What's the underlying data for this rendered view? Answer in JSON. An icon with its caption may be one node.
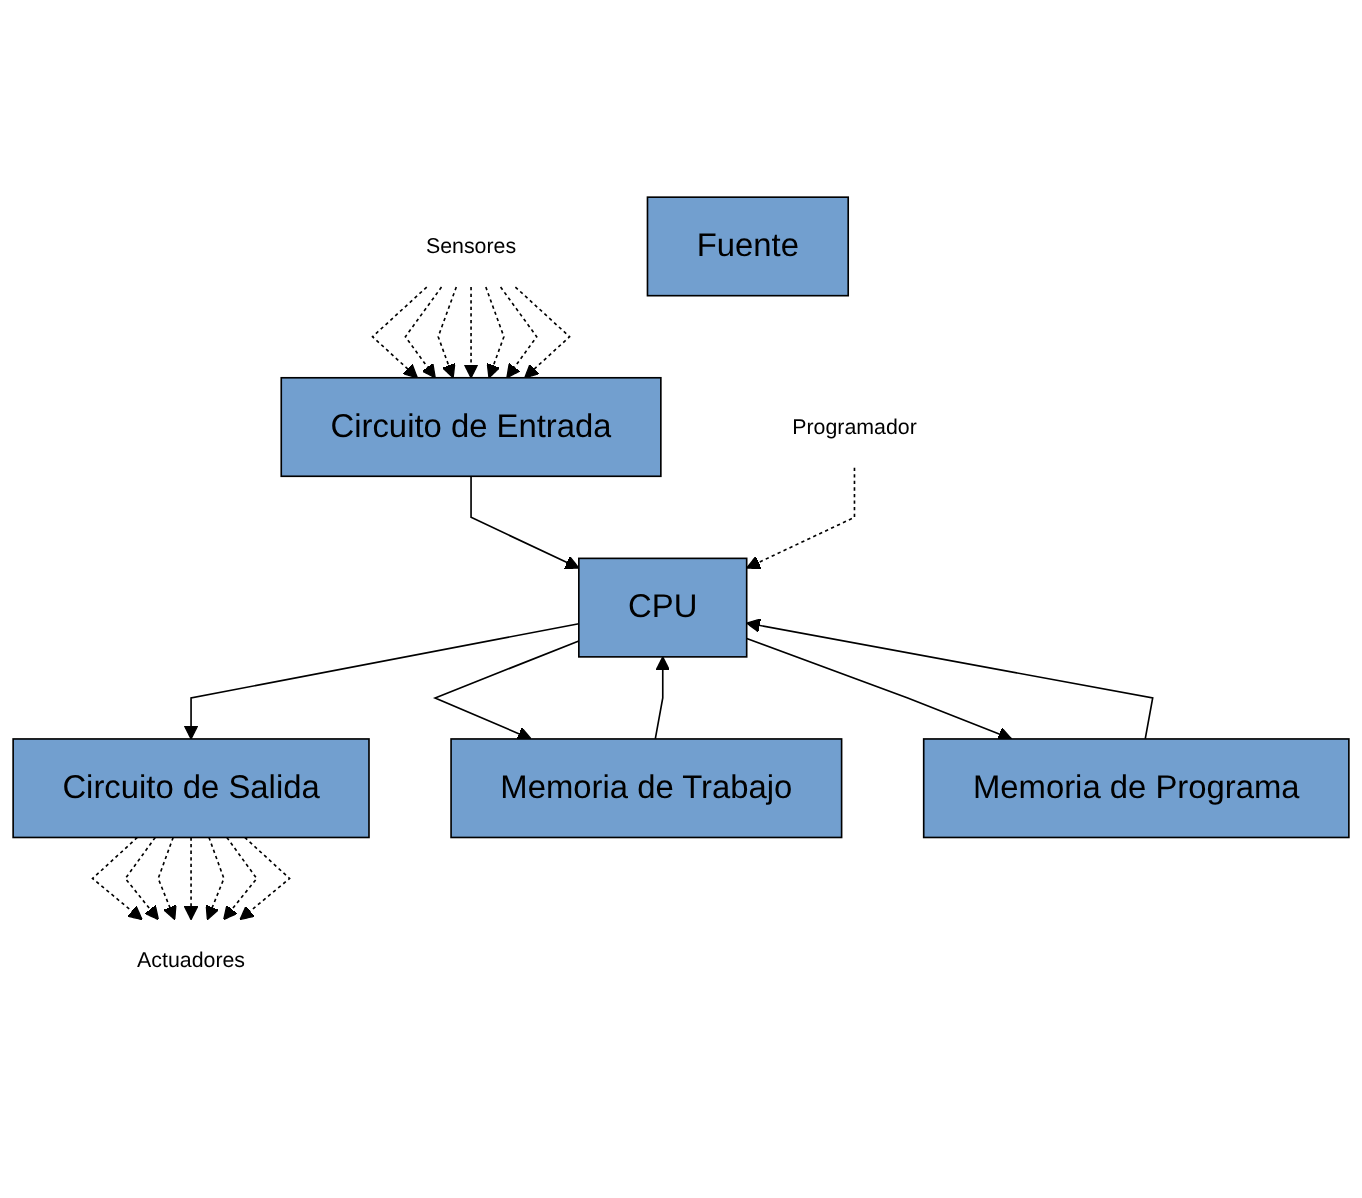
{
  "diagram": {
    "nodes": [
      {
        "text": [
          "Sensores"
        ]
      },
      {
        "text": [
          "Actuadores"
        ]
      },
      {
        "text": [
          "Circuito de Entrada"
        ]
      },
      {
        "text": [
          "Circuito de Salida"
        ]
      },
      {
        "text": [
          "Fuente"
        ]
      },
      {
        "text": [
          "CPU"
        ]
      },
      {
        "text": [
          "Programador"
        ]
      },
      {
        "text": [
          "Memoria de Trabajo"
        ]
      },
      {
        "text": [
          "Memoria de Programa"
        ]
      }
    ],
    "edges": [
      {
        "from": 0,
        "to": 2,
        "arrow": "to",
        "style": "dashed"
      },
      {
        "from": 0,
        "to": 2,
        "arrow": "to",
        "style": "dashed"
      },
      {
        "from": 0,
        "to": 2,
        "arrow": "to",
        "style": "dashed"
      },
      {
        "from": 0,
        "to": 2,
        "arrow": "to",
        "style": "dashed"
      },
      {
        "from": 0,
        "to": 2,
        "arrow": "to",
        "style": "dashed"
      },
      {
        "from": 0,
        "to": 2,
        "arrow": "to",
        "style": "dashed"
      },
      {
        "from": 0,
        "to": 2,
        "arrow": "to",
        "style": "dashed"
      },
      {
        "from": 3,
        "to": 1,
        "arrow": "to",
        "style": "dashed"
      },
      {
        "from": 3,
        "to": 1,
        "arrow": "to",
        "style": "dashed"
      },
      {
        "from": 3,
        "to": 1,
        "arrow": "to",
        "style": "dashed"
      },
      {
        "from": 3,
        "to": 1,
        "arrow": "to",
        "style": "dashed"
      },
      {
        "from": 3,
        "to": 1,
        "arrow": "to",
        "style": "dashed"
      },
      {
        "from": 3,
        "to": 1,
        "arrow": "to",
        "style": "dashed"
      },
      {
        "from": 3,
        "to": 1,
        "arrow": "to",
        "style": "dashed"
      },
      {
        "from": 2,
        "to": 5,
        "arrow": "to"
      },
      {
        "from": 5,
        "to": 3,
        "arrow": "to"
      },
      {
        "from": 6,
        "to": 5,
        "arrow": "to",
        "style": "dashed"
      },
      {
        "from": 7,
        "to": 5,
        "arrow": "to"
      },
      {
        "from": 5,
        "to": 7,
        "arrow": "to"
      },
      {
        "from": 8,
        "to": 5,
        "arrow": "to"
      },
      {
        "from": 5,
        "to": 8,
        "arrow": "to"
      }
    ]
  }
}
